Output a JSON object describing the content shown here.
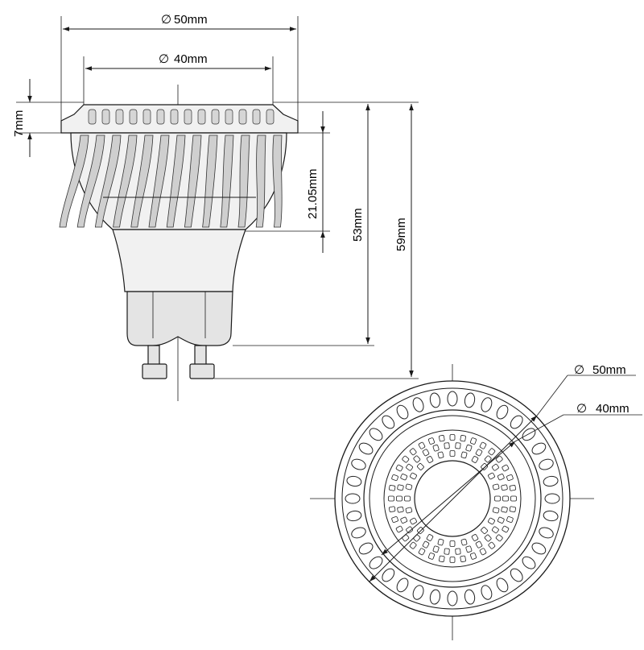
{
  "dimensions": {
    "outer_diameter": "50mm",
    "inner_diameter": "40mm",
    "rim_height": "7mm",
    "heatsink_height": "21.05mm",
    "body_height": "53mm",
    "total_height": "59mm",
    "top_outer_diameter": "50mm",
    "top_inner_diameter": "40mm"
  },
  "symbols": {
    "diameter": "∅"
  }
}
